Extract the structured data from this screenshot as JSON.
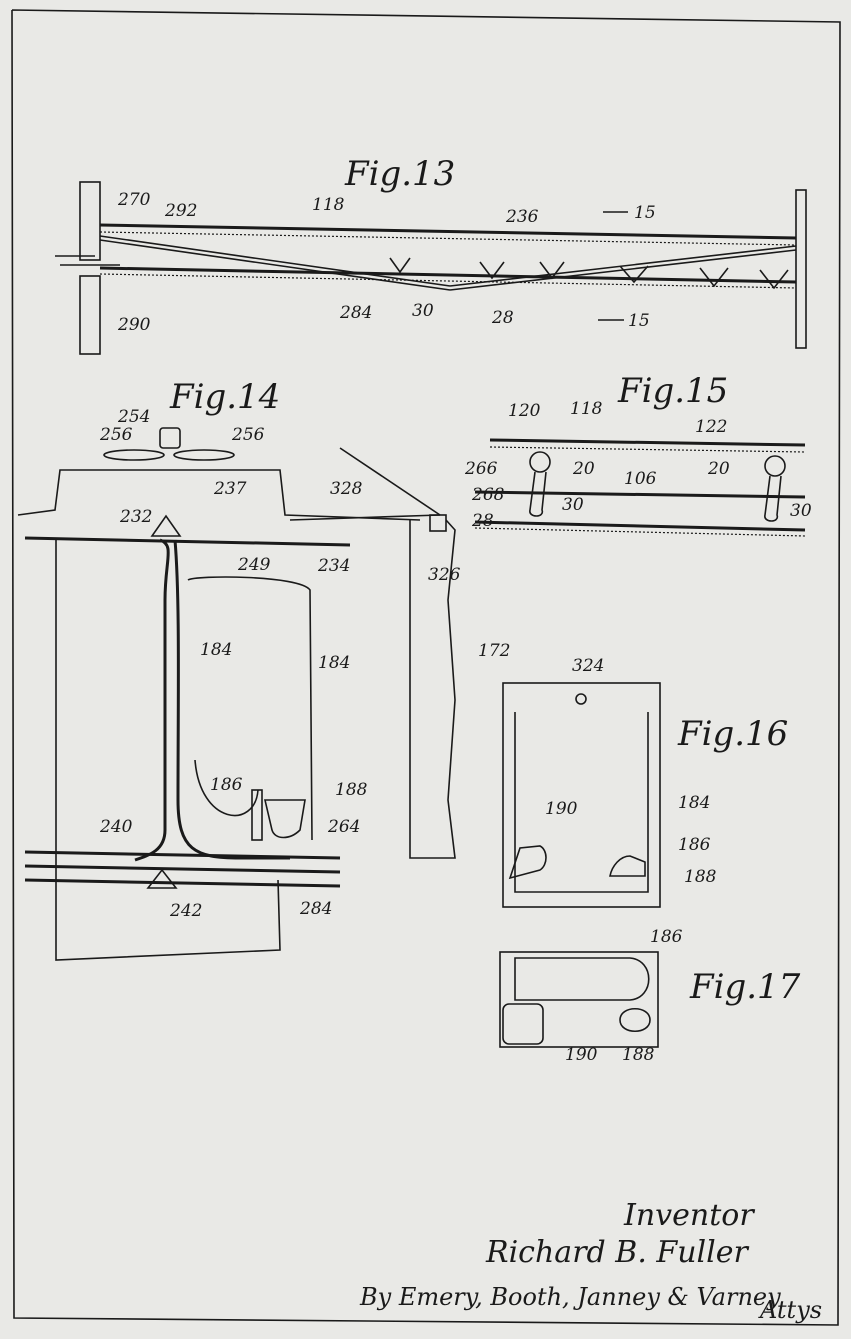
{
  "figures": {
    "fig13": {
      "title": "Fig.13",
      "labels": [
        "270",
        "292",
        "118",
        "236",
        "15",
        "290",
        "284",
        "30",
        "28",
        "15"
      ]
    },
    "fig14": {
      "title": "Fig.14",
      "labels": [
        "254",
        "256",
        "256",
        "237",
        "232",
        "249",
        "234",
        "328",
        "326",
        "184",
        "184",
        "172",
        "186",
        "188",
        "240",
        "264",
        "242",
        "284"
      ]
    },
    "fig15": {
      "title": "Fig.15",
      "labels": [
        "120",
        "118",
        "122",
        "266",
        "20",
        "106",
        "20",
        "268",
        "30",
        "28",
        "30"
      ]
    },
    "fig16": {
      "title": "Fig.16",
      "labels": [
        "324",
        "184",
        "190",
        "186",
        "188"
      ]
    },
    "fig17": {
      "title": "Fig.17",
      "labels": [
        "186",
        "190",
        "188"
      ]
    }
  },
  "inventor": {
    "heading": "Inventor",
    "name": "Richard B. Fuller",
    "attorneys": "By Emery, Booth, Janney & Varney",
    "attys": "Attys"
  }
}
